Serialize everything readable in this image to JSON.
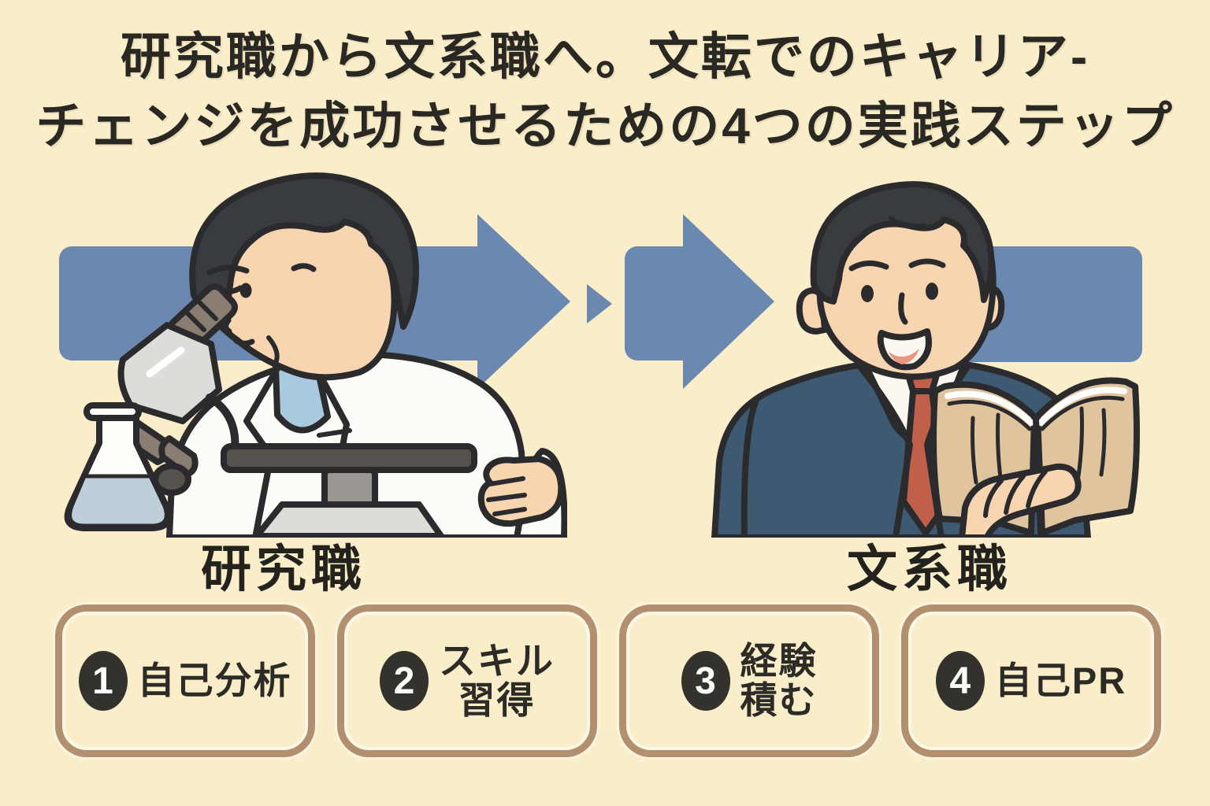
{
  "title": {
    "line1": "研究職から文系職へ。文転でのキャリア-",
    "line2": "チェンジを成功させるための4つの実践ステップ"
  },
  "flow": {
    "from_label": "研究職",
    "to_label": "文系職",
    "direction": "left-to-right",
    "icons": [
      "researcher-with-microscope-icon",
      "suited-man-reading-book-icon",
      "right-arrow-icon"
    ]
  },
  "steps": [
    {
      "number": "1",
      "label": "自己分析",
      "lines": [
        "自己分析"
      ]
    },
    {
      "number": "2",
      "label": "スキル習得",
      "lines": [
        "スキル",
        "習得"
      ]
    },
    {
      "number": "3",
      "label": "経験積む",
      "lines": [
        "経験",
        "積む"
      ]
    },
    {
      "number": "4",
      "label": "自己PR",
      "lines": [
        "自己PR"
      ]
    }
  ],
  "colors": {
    "background": "#faedca",
    "arrow-blue": "#6b89b0",
    "box-border": "#b28f6f",
    "badge-dark": "#34322d",
    "text-dark": "#2a2822",
    "suit-blue": "#3e5a73",
    "tie-red": "#c0604a",
    "skin": "#f8d5b1",
    "hair": "#383b40",
    "coat-white": "#fdfcf8",
    "shirt-blue": "#a9cade",
    "book-tan": "#e0c49e",
    "liquid-blue": "#bdd0da",
    "mouth-salmon": "#e8967e",
    "outline": "#2b2b2e"
  }
}
